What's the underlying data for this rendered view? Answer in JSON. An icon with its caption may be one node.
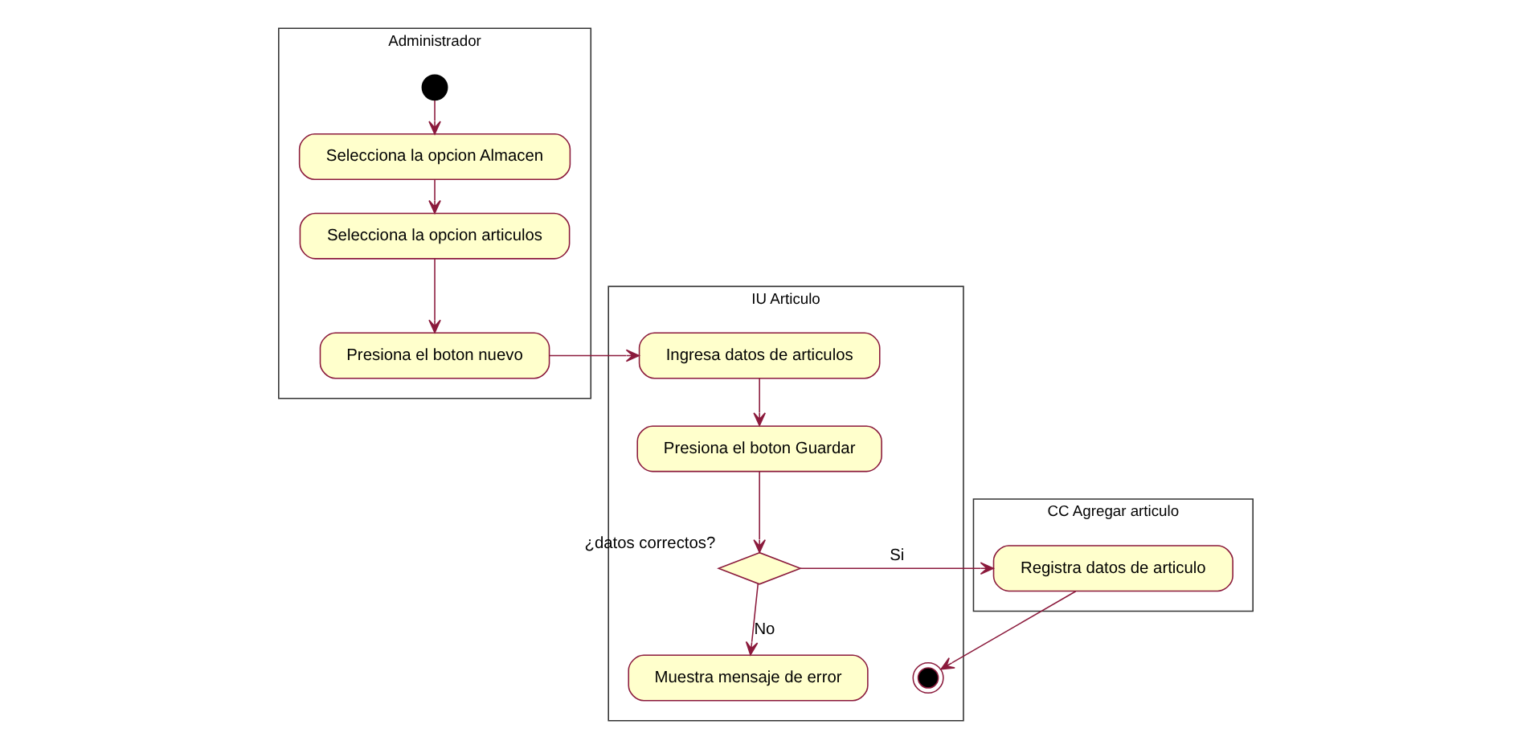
{
  "diagram": {
    "nodes": [
      {
        "text": [
          "Administrador"
        ]
      },
      {
        "text": [
          "IU Articulo"
        ]
      },
      {
        "text": [
          "CC Agregar articulo"
        ]
      },
      {
        "text": [],
        "shape": "circle",
        "in": 0
      },
      {
        "text": [
          "Selecciona la opcion Almacen"
        ],
        "in": 0
      },
      {
        "text": [
          "Selecciona la opcion articulos"
        ],
        "in": 0
      },
      {
        "text": [
          "Presiona el boton nuevo"
        ],
        "in": 0
      },
      {
        "text": [
          "Ingresa datos de articulos"
        ],
        "in": 1
      },
      {
        "text": [
          "Presiona el boton Guardar"
        ],
        "in": 1
      },
      {
        "text": [],
        "shape": "diamond",
        "in": 1,
        "beside": [
          "¿datos correctos?"
        ]
      },
      {
        "text": [
          "Muestra mensaje de error"
        ],
        "in": 1
      },
      {
        "text": [],
        "shape": "circle",
        "in": 1
      },
      {
        "text": [
          "Registra datos de articulo"
        ],
        "in": 2
      }
    ],
    "edges": [
      {
        "from": 3,
        "to": 4,
        "arrow": "to"
      },
      {
        "from": 4,
        "to": 5,
        "arrow": "to"
      },
      {
        "from": 5,
        "to": 6,
        "arrow": "to"
      },
      {
        "from": 6,
        "to": 7,
        "arrow": "to"
      },
      {
        "from": 7,
        "to": 8,
        "arrow": "to"
      },
      {
        "from": 8,
        "to": 9,
        "arrow": "to"
      },
      {
        "from": 9,
        "to": 12,
        "arrow": "to",
        "label": "Si"
      },
      {
        "from": 9,
        "to": 10,
        "arrow": "to",
        "label": "No"
      },
      {
        "from": 12,
        "to": 11,
        "arrow": "to"
      }
    ]
  }
}
